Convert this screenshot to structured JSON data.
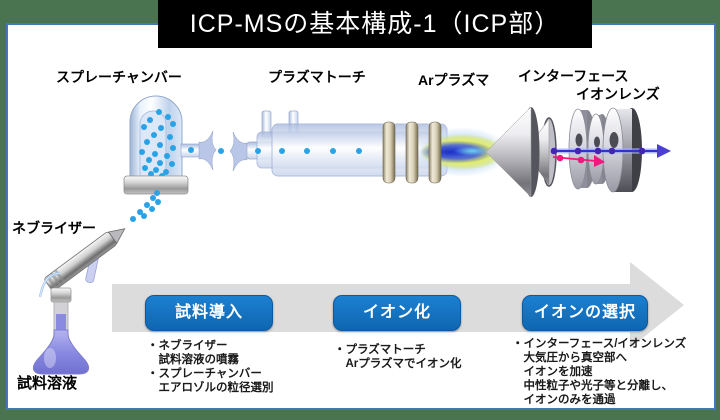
{
  "slide": {
    "title": "ICP-MSの基本構成-1（ICP部）",
    "component_labels": {
      "spray_chamber": "スプレーチャンバー",
      "plasma_torch": "プラズマトーチ",
      "ar_plasma": "Arプラズマ",
      "interface": "インターフェース",
      "ion_lens": "イオンレンズ",
      "nebulizer": "ネブライザー",
      "sample_solution": "試料溶液"
    },
    "process_steps": [
      {
        "button_label": "試料導入",
        "lines": [
          "・ネブライザー",
          "　試料溶液の噴霧",
          "・スプレーチャンバー",
          "　エアロゾルの粒径選別"
        ]
      },
      {
        "button_label": "イオン化",
        "lines": [
          "・プラズマトーチ",
          "　Arプラズマでイオン化"
        ]
      },
      {
        "button_label": "イオンの選択",
        "lines": [
          "・インターフェース/イオンレンズ",
          "　大気圧から真空部へ",
          "　イオンを加速",
          "　中性粒子や光子等と分離し、",
          "　イオンのみを通過"
        ]
      }
    ],
    "colors": {
      "background_green": "#4a7350",
      "slide_border_blue": "#4577b4",
      "title_bg": "#000000",
      "title_text": "#ffffff",
      "step_button_blue": "#1272c2",
      "process_arrow_gray": "#dcdcdc",
      "droplet_blue": "#29a3e6",
      "ion_beam_blue": "#3333cc",
      "rejected_beam_pink": "#ee1a7d",
      "rf_coil_beige": "#d8cfb5"
    }
  }
}
